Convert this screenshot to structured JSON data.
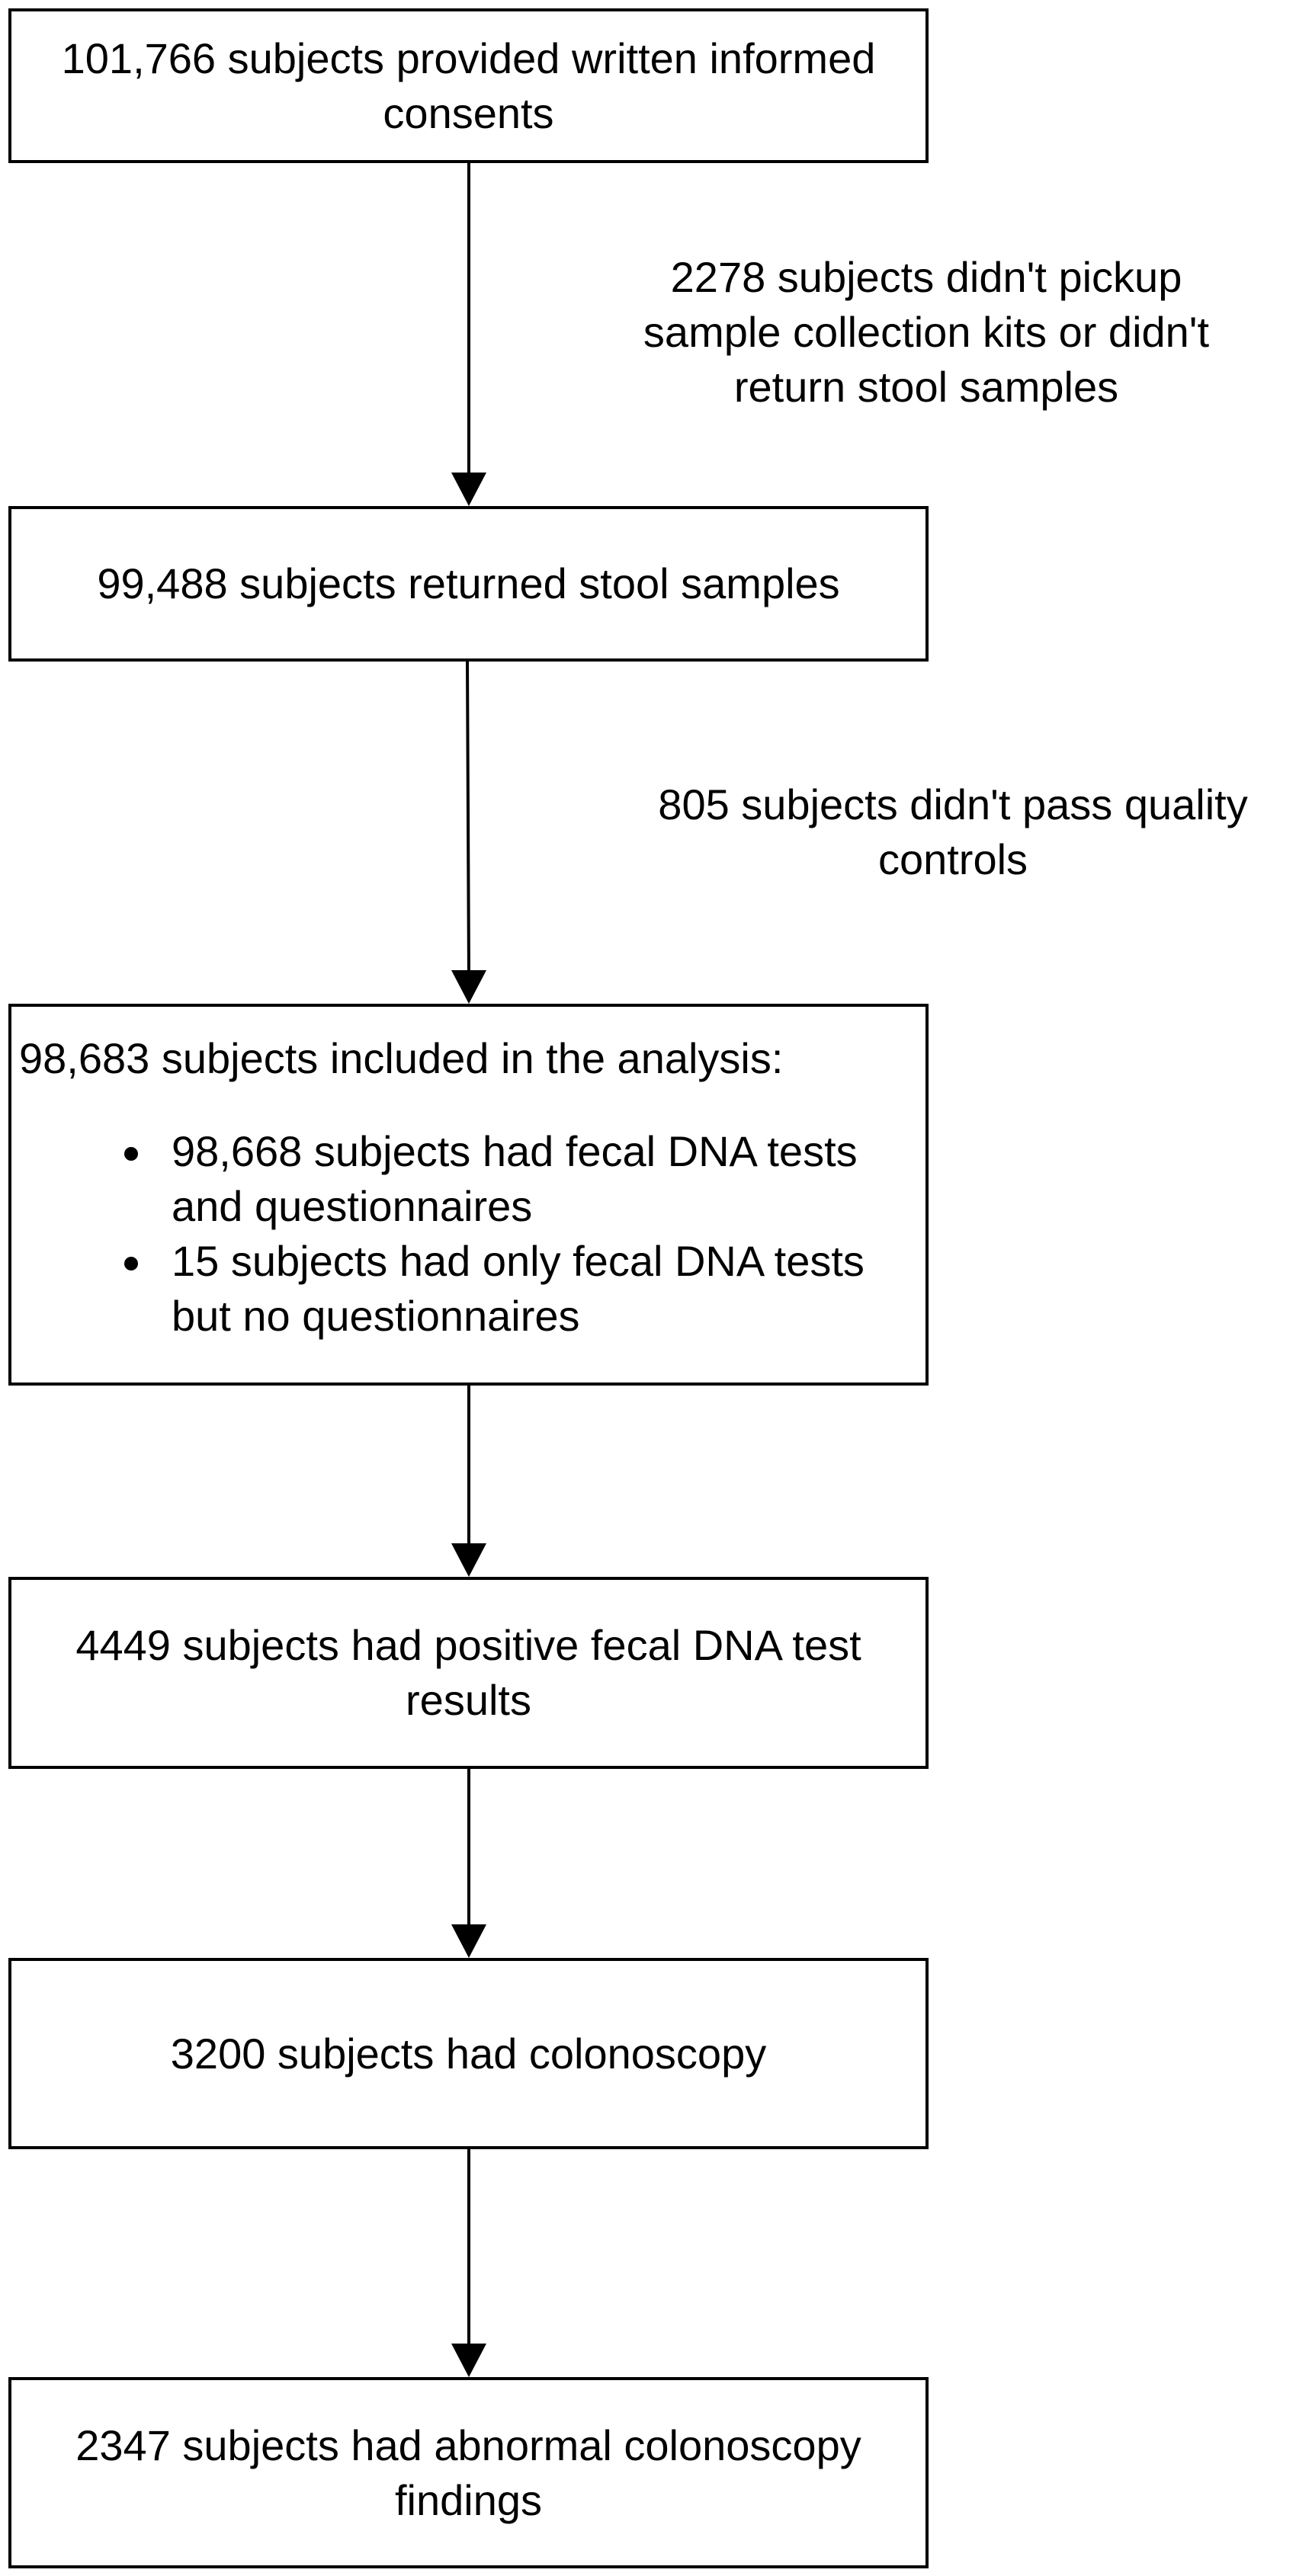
{
  "boxes": {
    "consent": "101,766 subjects provided written informed consents",
    "returned": "99,488 subjects returned stool samples",
    "included": {
      "heading": "98,683 subjects included in the analysis:",
      "items": [
        "98,668 subjects had fecal DNA tests and questionnaires",
        "15 subjects had only fecal DNA tests but no questionnaires"
      ]
    },
    "positive": "4449 subjects had positive fecal DNA test results",
    "colonoscopy": "3200 subjects had colonoscopy",
    "abnormal": "2347 subjects had abnormal colonoscopy findings"
  },
  "exclusions": {
    "kits": "2278 subjects didn't pickup sample collection kits or didn't return stool samples",
    "quality": "805 subjects didn't pass quality controls"
  },
  "colors": {
    "stroke": "#000000",
    "background": "#ffffff"
  }
}
